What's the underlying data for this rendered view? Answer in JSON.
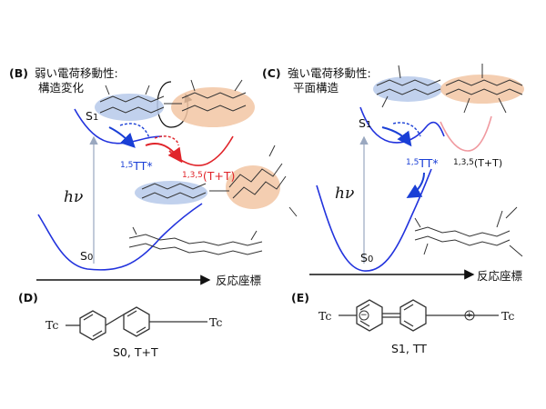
{
  "panels": {
    "B": {
      "label": "(B)",
      "title_line1": "弱い電荷移動性:",
      "title_line2": "構造変化",
      "s1": "S",
      "s1_sub": "1",
      "s0": "S",
      "s0_sub": "0",
      "tt_sup": "1,5",
      "tt": "TT*",
      "tpt_sup": "1,3,5",
      "tpt": "(T+T)",
      "hv": "hν",
      "axis": "反応座標"
    },
    "C": {
      "label": "(C)",
      "title_line1": "強い電荷移動性:",
      "title_line2": "平面構造",
      "s1": "S",
      "s1_sub": "1",
      "s0": "S",
      "s0_sub": "0",
      "tt_sup": "1,5",
      "tt": "TT*",
      "tpt_sup": "1,3,5",
      "tpt": "(T+T)",
      "hv": "hν",
      "axis": "反応座標"
    },
    "D": {
      "label": "(D)",
      "left_group": "Tc",
      "right_group": "Tc",
      "caption": "S0, T+T"
    },
    "E": {
      "label": "(E)",
      "left_group": "Tc",
      "right_group": "Tc",
      "minus": "−",
      "plus": "+",
      "caption": "S1, TT"
    }
  },
  "colors": {
    "curve": "#2233dd",
    "red_curve": "#e0242a",
    "pink_curve": "#f09aa0",
    "blue_ellipse": "#b6c9ea",
    "orange_ellipse": "#f2c6a3",
    "molecule": "#333333"
  }
}
